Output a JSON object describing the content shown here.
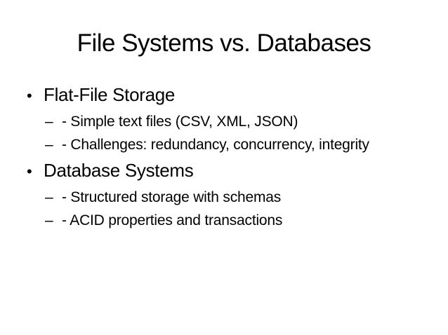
{
  "slide": {
    "title": "File Systems vs. Databases",
    "markers": {
      "level1": "•",
      "level2": "–"
    },
    "bullets": [
      {
        "level": 1,
        "text": "Flat-File Storage"
      },
      {
        "level": 2,
        "text": "- Simple text files (CSV, XML, JSON)"
      },
      {
        "level": 2,
        "text": "- Challenges: redundancy, concurrency, integrity"
      },
      {
        "level": 1,
        "text": "Database Systems"
      },
      {
        "level": 2,
        "text": "- Structured storage with schemas"
      },
      {
        "level": 2,
        "text": "- ACID properties and transactions"
      }
    ],
    "colors": {
      "background": "#ffffff",
      "text": "#000000"
    }
  }
}
